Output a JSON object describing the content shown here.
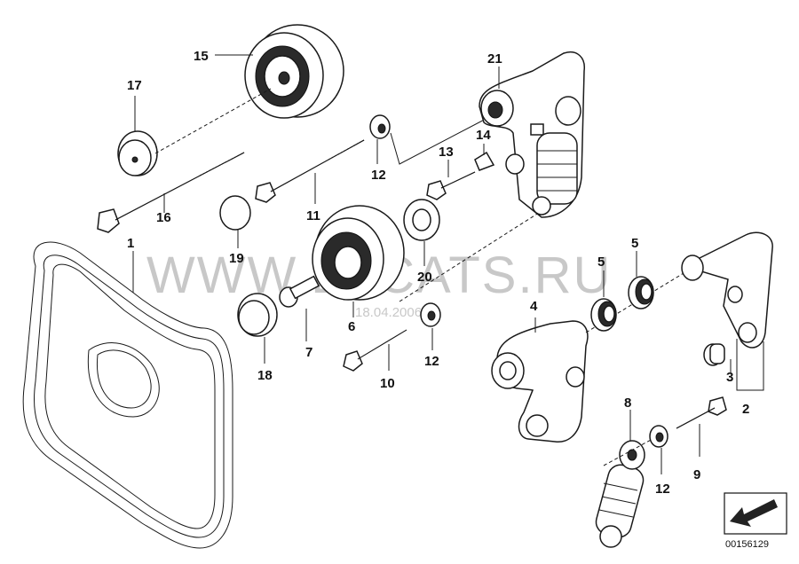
{
  "watermark": {
    "text": "WWW.ELCATS.RU",
    "date": "18.04.2006"
  },
  "document_id": "00156129",
  "callouts": {
    "p1": "1",
    "p2": "2",
    "p3": "3",
    "p4": "4",
    "p5a": "5",
    "p5b": "5",
    "p6": "6",
    "p7": "7",
    "p8": "8",
    "p9": "9",
    "p10": "10",
    "p11": "11",
    "p12a": "12",
    "p12b": "12",
    "p12c": "12",
    "p13": "13",
    "p14": "14",
    "p15": "15",
    "p16": "16",
    "p17": "17",
    "p18": "18",
    "p19": "19",
    "p20": "20",
    "p21": "21"
  },
  "icons": {
    "navigation": "arrow-down-left-icon"
  }
}
